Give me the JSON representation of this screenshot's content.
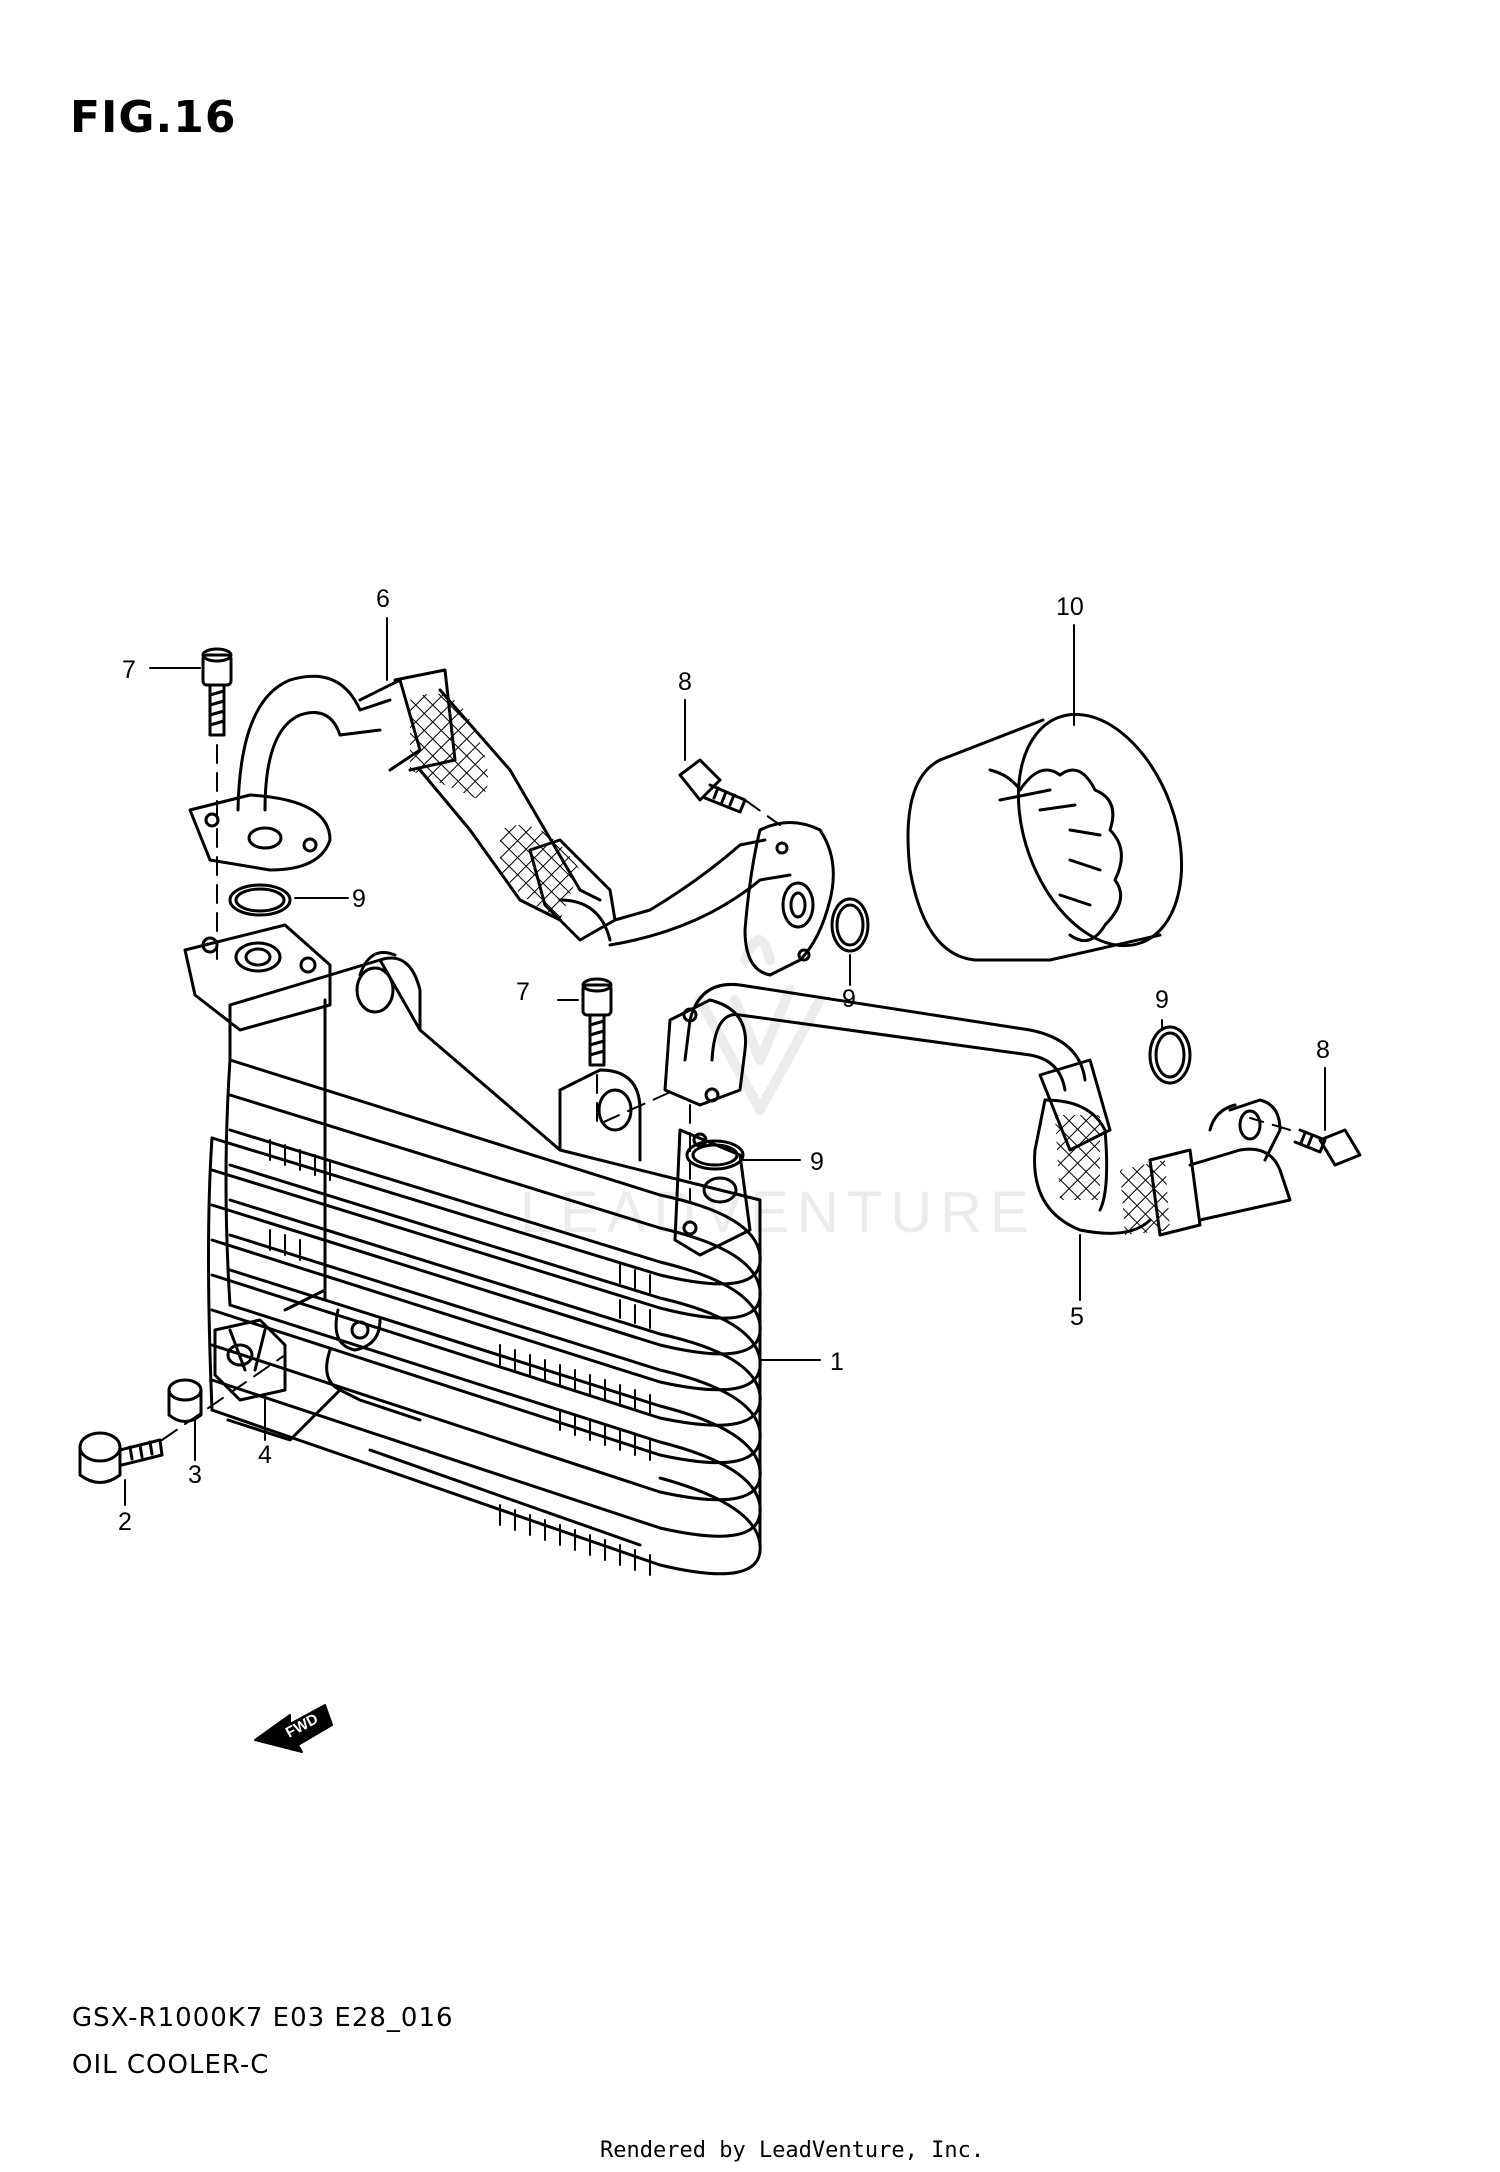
{
  "figure": {
    "title": "FIG.16",
    "model_code": "GSX-R1000K7 E03 E28_016",
    "section_name": "OIL COOLER-C",
    "footer": "Rendered by LeadVenture, Inc.",
    "watermark": "LEADVENTURE"
  },
  "callouts": [
    "1",
    "2",
    "3",
    "4",
    "5",
    "6",
    "7",
    "7",
    "8",
    "8",
    "9",
    "9",
    "9",
    "9",
    "10"
  ],
  "direction_marker": {
    "label": "FWD",
    "icon": "fwd-arrow-icon"
  },
  "colors": {
    "line": "#000000",
    "background": "#ffffff",
    "watermark": "#ececec"
  }
}
